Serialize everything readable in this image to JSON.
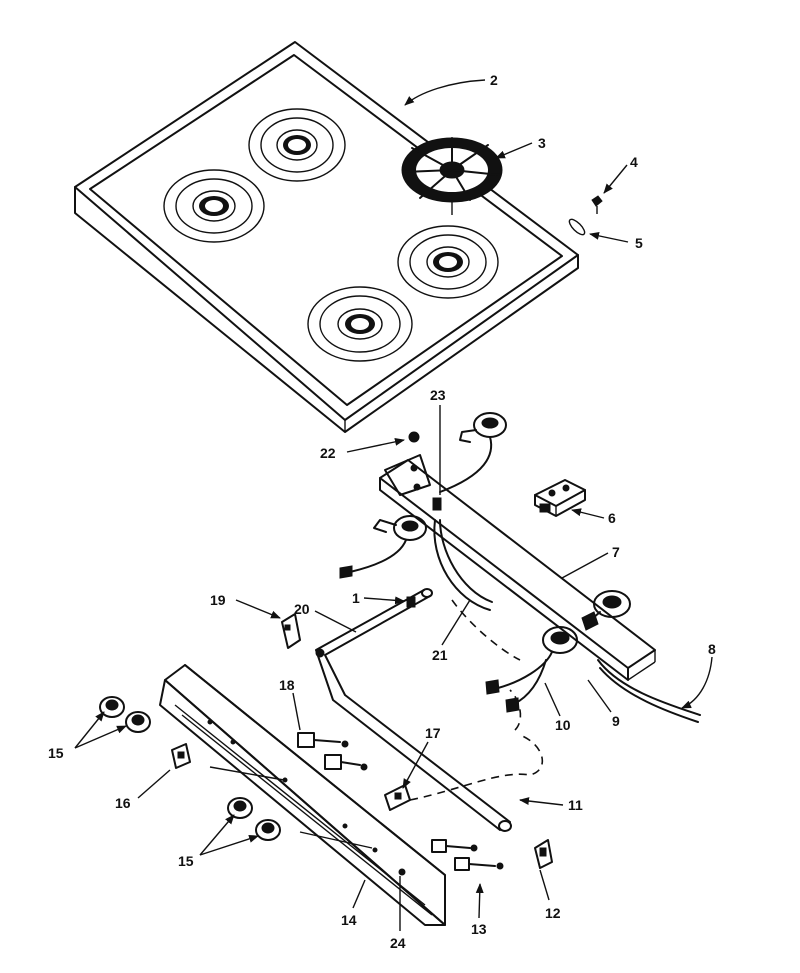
{
  "callouts": [
    {
      "id": "c1",
      "label": "1"
    },
    {
      "id": "c2",
      "label": "2"
    },
    {
      "id": "c3",
      "label": "3"
    },
    {
      "id": "c4",
      "label": "4"
    },
    {
      "id": "c5",
      "label": "5"
    },
    {
      "id": "c6",
      "label": "6"
    },
    {
      "id": "c7",
      "label": "7"
    },
    {
      "id": "c8",
      "label": "8"
    },
    {
      "id": "c9",
      "label": "9"
    },
    {
      "id": "c10",
      "label": "10"
    },
    {
      "id": "c11",
      "label": "11"
    },
    {
      "id": "c12",
      "label": "12"
    },
    {
      "id": "c13",
      "label": "13"
    },
    {
      "id": "c14",
      "label": "14"
    },
    {
      "id": "c15a",
      "label": "15"
    },
    {
      "id": "c15b",
      "label": "15"
    },
    {
      "id": "c16",
      "label": "16"
    },
    {
      "id": "c17",
      "label": "17"
    },
    {
      "id": "c18",
      "label": "18"
    },
    {
      "id": "c19",
      "label": "19"
    },
    {
      "id": "c20",
      "label": "20"
    },
    {
      "id": "c21",
      "label": "21"
    },
    {
      "id": "c22",
      "label": "22"
    },
    {
      "id": "c23",
      "label": "23"
    },
    {
      "id": "c24",
      "label": "24"
    }
  ]
}
